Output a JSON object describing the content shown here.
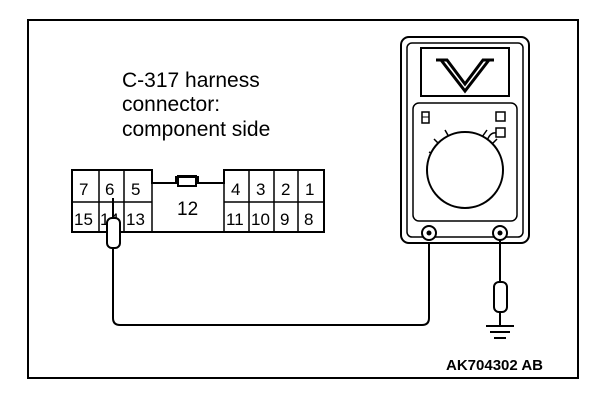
{
  "caption": {
    "line1": "C-317 harness",
    "line2": "connector:",
    "line3": "component side"
  },
  "connector": {
    "top_left_pins": [
      "7",
      "6",
      "5"
    ],
    "bottom_left_pins": [
      "15",
      "14",
      "13"
    ],
    "center_pin": "12",
    "top_right_pins": [
      "4",
      "3",
      "2",
      "1"
    ],
    "bottom_right_pins": [
      "11",
      "10",
      "9",
      "8"
    ]
  },
  "meter": {
    "mode_symbol": "voltage-v-icon"
  },
  "figure_code": "AK704302 AB"
}
